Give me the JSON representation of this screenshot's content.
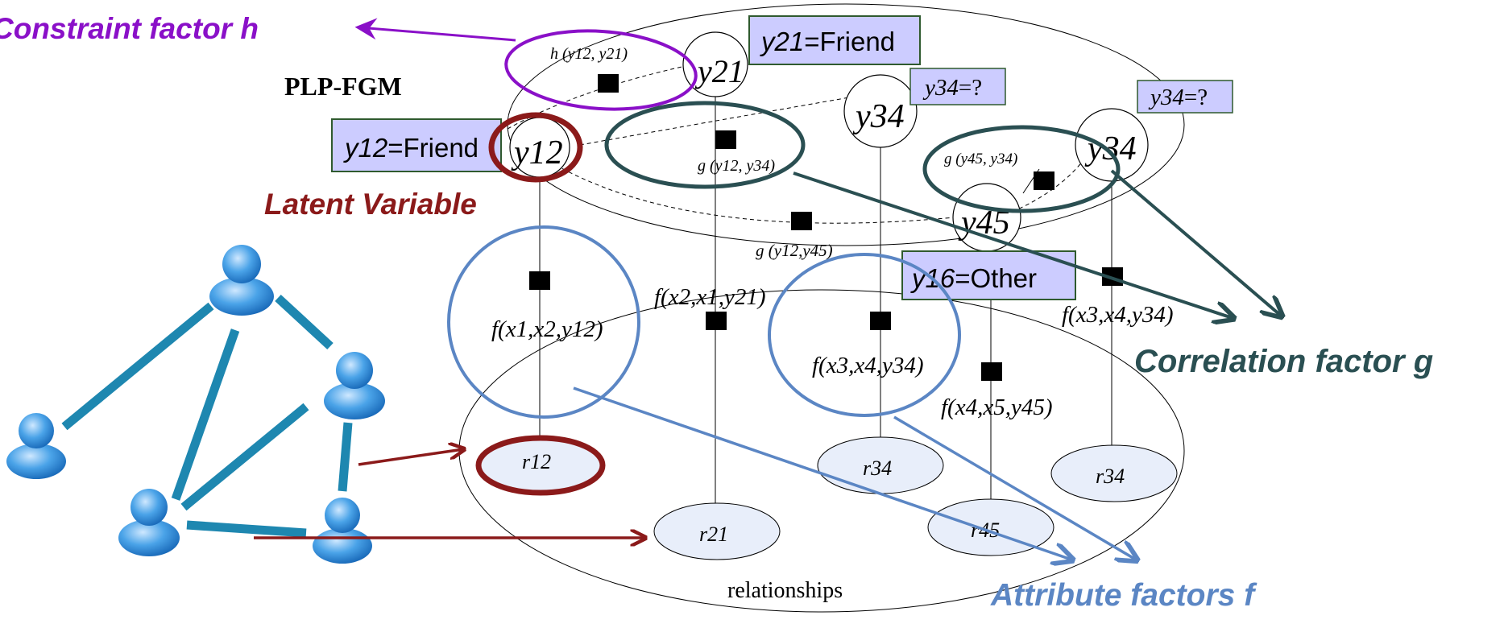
{
  "model_title": "PLP-FGM",
  "callouts": {
    "constraint": "Constraint factor h",
    "latent": "Latent Variable",
    "correlation": "Correlation factor g",
    "attribute": "Attribute factors f"
  },
  "colors": {
    "constraint": "#8a10c8",
    "latent": "#8b1a1a",
    "correlation": "#2a4f52",
    "attribute": "#5b86c4",
    "box_fill": "#ccccff",
    "box_border": "#2f5a2f",
    "node_fill": "#e8eefa",
    "factor": "#000000",
    "social_edge": "#1e87b0",
    "social_arrow": "#8b1a1a"
  },
  "variables": {
    "y21": "y21",
    "y34a": "y34",
    "y12": "y12",
    "y34b": "y34",
    "y45": "y45"
  },
  "label_boxes": {
    "y21": {
      "var": "y21",
      "value": "=Friend"
    },
    "y34a": {
      "var": "y34",
      "value": "=?"
    },
    "y34b": {
      "var": "y34",
      "value": "=?"
    },
    "y12": {
      "var": "y12",
      "value": "=Friend"
    },
    "y16": {
      "var": "y16",
      "value": "=Other"
    }
  },
  "factor_labels": {
    "h": "h (y12, y21)",
    "g1": "g (y12, y34)",
    "g2": "g (y45, y34)",
    "g3": "g (y12,y45)",
    "f1": "f(x1,x2,y12)",
    "f2": "f(x2,x1,y21)",
    "f3": "f(x3,x4,y34)",
    "f4": "f(x4,x5,y45)",
    "f5": "f(x3,x4,y34)"
  },
  "relationship_nodes": {
    "r12": "r12",
    "r21": "r21",
    "r34a": "r34",
    "r45": "r45",
    "r34b": "r34"
  },
  "relationships_label": "relationships"
}
